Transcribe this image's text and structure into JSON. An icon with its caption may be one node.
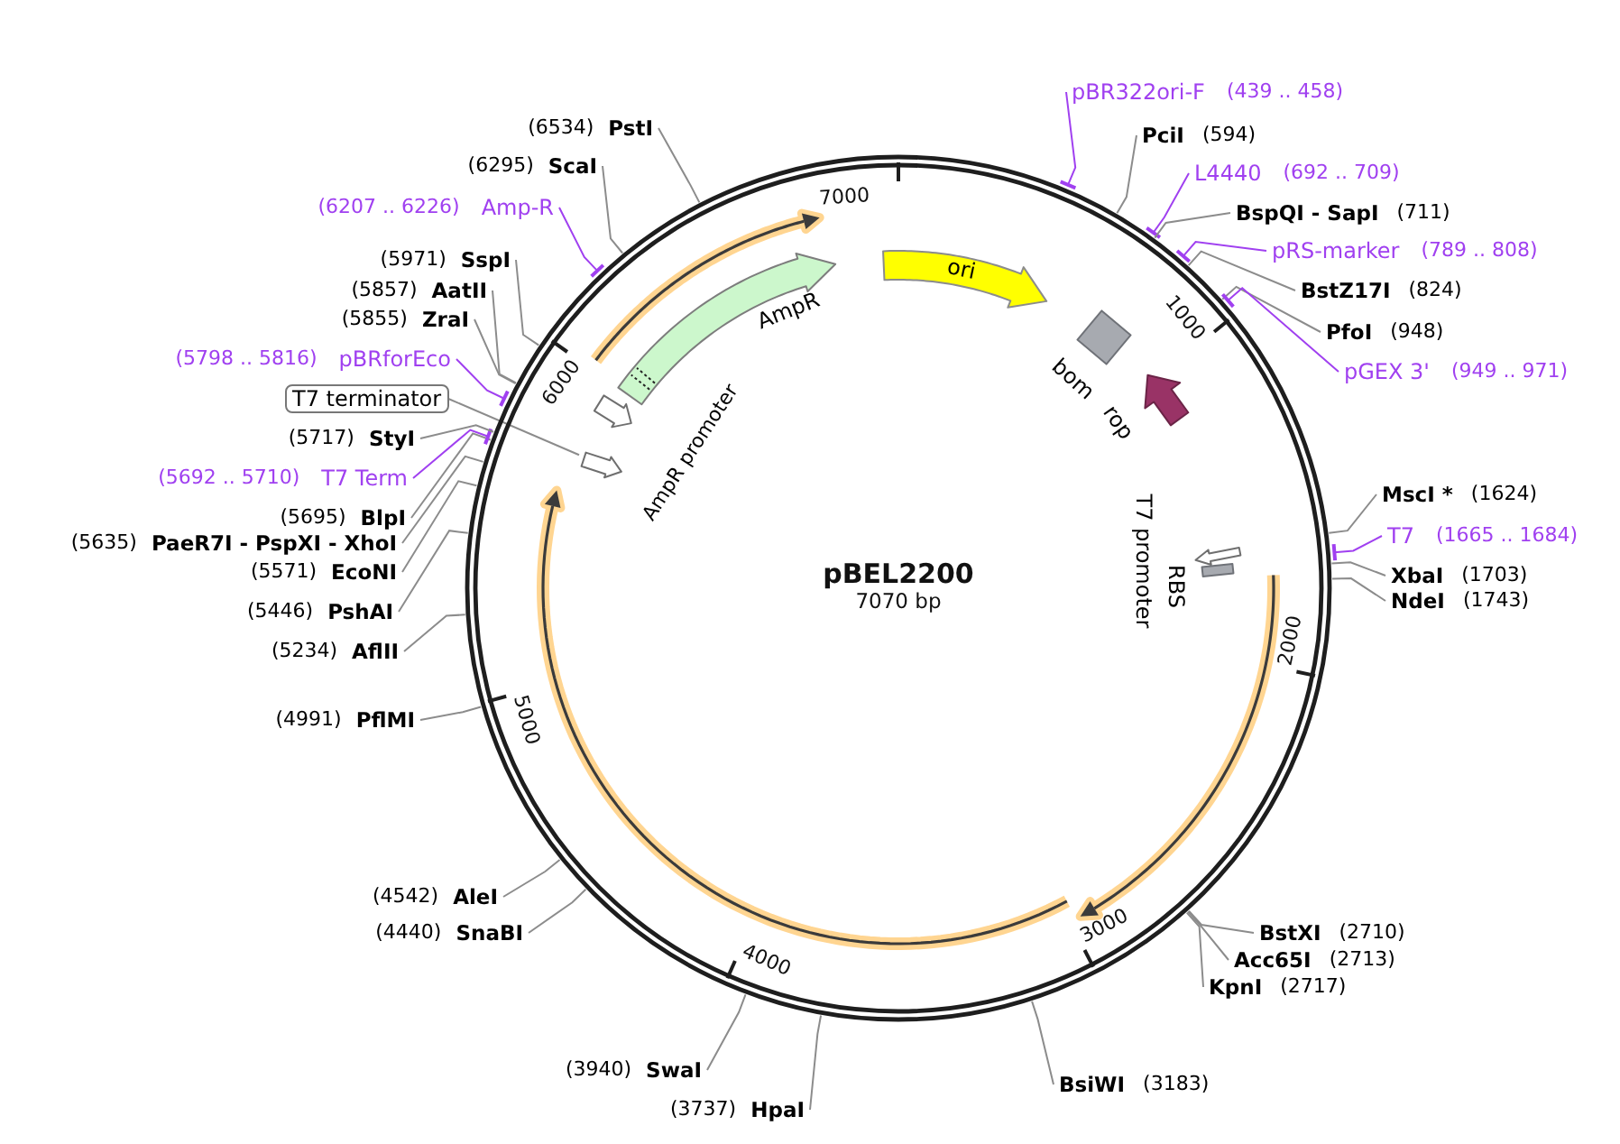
{
  "diagram": {
    "nodes": [
      {
        "text": [
          "pBR322ori-F",
          "(439 .. 458)"
        ]
      },
      {
        "text": [
          "PciI",
          "(594)"
        ]
      },
      {
        "text": [
          "L4440",
          "(692 .. 709)"
        ]
      },
      {
        "text": [
          "BspQI - SapI",
          "(711)"
        ]
      },
      {
        "text": [
          "pRS-marker",
          "(789 .. 808)"
        ]
      },
      {
        "text": [
          "BstZ17I",
          "(824)"
        ]
      },
      {
        "text": [
          "PfoI",
          "(948)"
        ]
      },
      {
        "text": [
          "pGEX 3'",
          "(949 .. 971)"
        ]
      },
      {
        "text": [
          "MscI *",
          "(1624)"
        ]
      },
      {
        "text": [
          "T7",
          "(1665 .. 1684)"
        ]
      },
      {
        "text": [
          "XbaI",
          "(1703)"
        ]
      },
      {
        "text": [
          "NdeI",
          "(1743)"
        ]
      },
      {
        "text": [
          "BstXI",
          "(2710)"
        ]
      },
      {
        "text": [
          "Acc65I",
          "(2713)"
        ]
      },
      {
        "text": [
          "KpnI",
          "(2717)"
        ]
      },
      {
        "text": [
          "BsiWI",
          "(3183)"
        ]
      },
      {
        "text": [
          "(3737)",
          "HpaI"
        ]
      },
      {
        "text": [
          "(3940)",
          "SwaI"
        ]
      },
      {
        "text": [
          "(4440)",
          "SnaBI"
        ]
      },
      {
        "text": [
          "(4542)",
          "AleI"
        ]
      },
      {
        "text": [
          "(4991)",
          "PflMI"
        ]
      },
      {
        "text": [
          "(5234)",
          "AflII"
        ]
      },
      {
        "text": [
          "(5446)",
          "PshAI"
        ]
      },
      {
        "text": [
          "(5571)",
          "EcoNI"
        ]
      },
      {
        "text": [
          "(5635)",
          "PaeR7I - PspXI - XhoI"
        ]
      },
      {
        "text": [
          "(5695)",
          "BlpI"
        ]
      },
      {
        "text": [
          "(5692 .. 5710)",
          "T7 Term"
        ]
      },
      {
        "text": [
          "(5717)",
          "StyI"
        ]
      },
      {
        "text": [
          "T7 terminator"
        ]
      },
      {
        "text": [
          "(5798 .. 5816)",
          "pBRforEco"
        ]
      },
      {
        "text": [
          "(5855)",
          "ZraI"
        ]
      },
      {
        "text": [
          "(5857)",
          "AatII"
        ]
      },
      {
        "text": [
          "(5971)",
          "SspI"
        ]
      },
      {
        "text": [
          "(6207 .. 6226)",
          "Amp-R"
        ]
      },
      {
        "text": [
          "(6295)",
          "ScaI"
        ]
      },
      {
        "text": [
          "(6534)",
          "PstI"
        ]
      },
      {
        "text": [
          "pBEL2200",
          "7070 bp",
          "1000",
          "2000",
          "3000",
          "4000",
          "5000",
          "6000",
          "7000"
        ]
      },
      {
        "text": [
          "ori"
        ],
        "in": 36
      },
      {
        "text": [
          "bom"
        ],
        "in": 36
      },
      {
        "text": [
          "rop"
        ],
        "in": 36
      },
      {
        "text": [
          "T7 promoter"
        ],
        "in": 36
      },
      {
        "text": [
          "RBS"
        ],
        "in": 36
      },
      {
        "text": [
          "AmpR"
        ],
        "in": 36
      },
      {
        "text": [
          "AmpR promoter"
        ],
        "in": 36
      },
      {
        "text": [],
        "shape": "arrow",
        "in": 36
      }
    ],
    "edges": [
      {
        "from": 0,
        "to": 36,
        "arrow": "other",
        "color": "#a040f0"
      },
      {
        "from": 1,
        "to": 36,
        "arrow": "none"
      },
      {
        "from": 2,
        "to": 36,
        "arrow": "other",
        "color": "#a040f0"
      },
      {
        "from": 3,
        "to": 36,
        "arrow": "none"
      },
      {
        "from": 4,
        "to": 36,
        "arrow": "other",
        "color": "#a040f0"
      },
      {
        "from": 5,
        "to": 36,
        "arrow": "none"
      },
      {
        "from": 6,
        "to": 36,
        "arrow": "none"
      },
      {
        "from": 7,
        "to": 36,
        "arrow": "other",
        "color": "#a040f0"
      },
      {
        "from": 8,
        "to": 36,
        "arrow": "none"
      },
      {
        "from": 9,
        "to": 36,
        "arrow": "other",
        "color": "#a040f0"
      },
      {
        "from": 10,
        "to": 36,
        "arrow": "none"
      },
      {
        "from": 11,
        "to": 36,
        "arrow": "none"
      },
      {
        "from": 12,
        "to": 36,
        "arrow": "none"
      },
      {
        "from": 13,
        "to": 36,
        "arrow": "none"
      },
      {
        "from": 14,
        "to": 36,
        "arrow": "none"
      },
      {
        "from": 15,
        "to": 36,
        "arrow": "none"
      },
      {
        "from": 16,
        "to": 36,
        "arrow": "none"
      },
      {
        "from": 17,
        "to": 36,
        "arrow": "none"
      },
      {
        "from": 18,
        "to": 36,
        "arrow": "none"
      },
      {
        "from": 19,
        "to": 36,
        "arrow": "none"
      },
      {
        "from": 20,
        "to": 36,
        "arrow": "none"
      },
      {
        "from": 21,
        "to": 36,
        "arrow": "none"
      },
      {
        "from": 22,
        "to": 36,
        "arrow": "none"
      },
      {
        "from": 23,
        "to": 36,
        "arrow": "none"
      },
      {
        "from": 24,
        "to": 36,
        "arrow": "none"
      },
      {
        "from": 25,
        "to": 36,
        "arrow": "none"
      },
      {
        "from": 26,
        "to": 36,
        "arrow": "other",
        "color": "#a040f0"
      },
      {
        "from": 27,
        "to": 36,
        "arrow": "none"
      },
      {
        "from": 28,
        "to": 44,
        "arrow": "none"
      },
      {
        "from": 29,
        "to": 36,
        "arrow": "other",
        "color": "#a040f0"
      },
      {
        "from": 30,
        "to": 36,
        "arrow": "none"
      },
      {
        "from": 31,
        "to": 36,
        "arrow": "none"
      },
      {
        "from": 32,
        "to": 36,
        "arrow": "none"
      },
      {
        "from": 33,
        "to": 36,
        "arrow": "other",
        "color": "#a040f0"
      },
      {
        "from": 34,
        "to": 36,
        "arrow": "none"
      },
      {
        "from": 35,
        "to": 36,
        "arrow": "none"
      }
    ]
  }
}
